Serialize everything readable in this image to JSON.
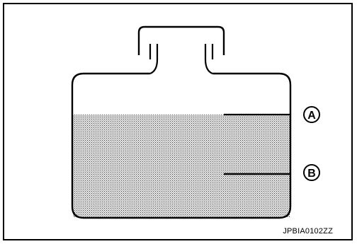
{
  "diagram": {
    "markers": [
      {
        "id": "upper-level-marker",
        "label": "A"
      },
      {
        "id": "lower-level-marker",
        "label": "B"
      }
    ],
    "figure_id": "JPBIA0102ZZ",
    "colors": {
      "outline": "#000000",
      "fluid_fill": "#bdbdbd",
      "background": "#ffffff"
    }
  }
}
